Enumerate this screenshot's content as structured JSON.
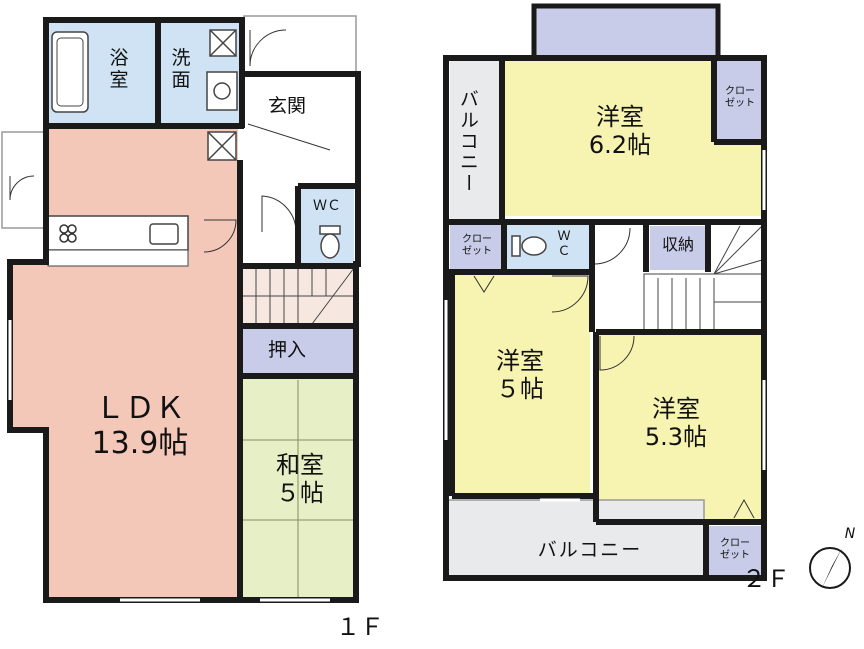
{
  "floor1": {
    "label": "１Ｆ",
    "rooms": {
      "ldk": "ＬＤＫ\n13.9帖",
      "bath": "浴\n室",
      "washroom": "洗\n面",
      "entrance": "玄関",
      "wc": "ＷＣ",
      "storage": "押入",
      "washitsu": "和室\n５帖"
    }
  },
  "floor2": {
    "label": "２Ｆ",
    "rooms": {
      "west_balcony": "バルコニー",
      "closet_top": "クロー\nゼット",
      "western_north": "洋室\n6.2帖",
      "closet_left": "クロー\nゼット",
      "wc": "Ｗ\nＣ",
      "storage": "収納",
      "western_5": "洋室\n５帖",
      "western_53": "洋室\n5.3帖",
      "south_balcony": "バルコニー",
      "closet_bottom": "クロー\nゼット"
    }
  },
  "compass": {
    "label": "N"
  },
  "colors": {
    "ldk": "#f4c8b8",
    "bath": "#cfe3f4",
    "western": "#f7f3b0",
    "washitsu": "#e7efc6",
    "closet": "#c8cce8",
    "balcony": "#e8eaec",
    "wall": "#1a1a1a"
  }
}
